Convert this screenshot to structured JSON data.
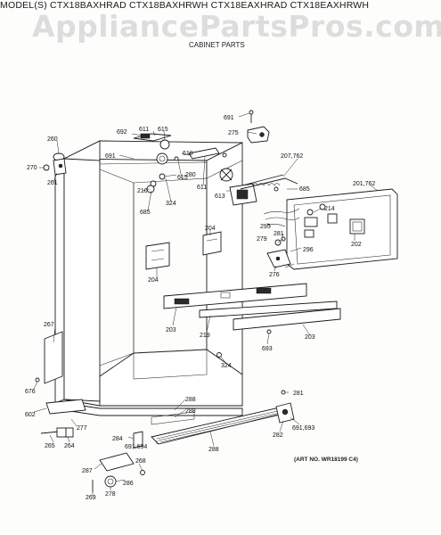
{
  "header": {
    "models": "MODEL(S) CTX18BAXHRAD CTX18BAXHRWH CTX18EAXHRAD CTX18EAXHRWH",
    "watermark": "AppliancePartsPros.com",
    "section_title": "CABINET PARTS"
  },
  "footer": {
    "art_no": "(ART NO. WR18199 C4)"
  },
  "callouts": {
    "c691a": "691",
    "c275": "275",
    "c692": "692",
    "c611a": "611",
    "c615a": "615",
    "c260": "260",
    "c691b": "691",
    "c610": "610",
    "c207": "207,762",
    "c270": "270",
    "c280": "280",
    "c615b": "615",
    "c261": "261",
    "c210": "210",
    "c611b": "611",
    "c613": "613",
    "c685a": "685",
    "c201": "201,762",
    "c685b": "685",
    "c324a": "324",
    "c214": "214",
    "c295": "295",
    "c281a": "281",
    "c279": "279",
    "c202": "202",
    "c204a": "204",
    "c296": "296",
    "c276": "276",
    "c204b": "204",
    "c203a": "203",
    "c219": "219",
    "c203b": "203",
    "c267": "267",
    "c693": "693",
    "c324b": "324",
    "c676": "676",
    "c281b": "281",
    "c602": "602",
    "c288a": "288",
    "c288b": "288",
    "c691c": "691,693",
    "c277": "277",
    "c282": "282",
    "c265": "265",
    "c264": "264",
    "c284": "284",
    "c691d": "691,694",
    "c288c": "288",
    "c287": "287",
    "c268": "268",
    "c286": "286",
    "c269": "269",
    "c278": "278"
  }
}
